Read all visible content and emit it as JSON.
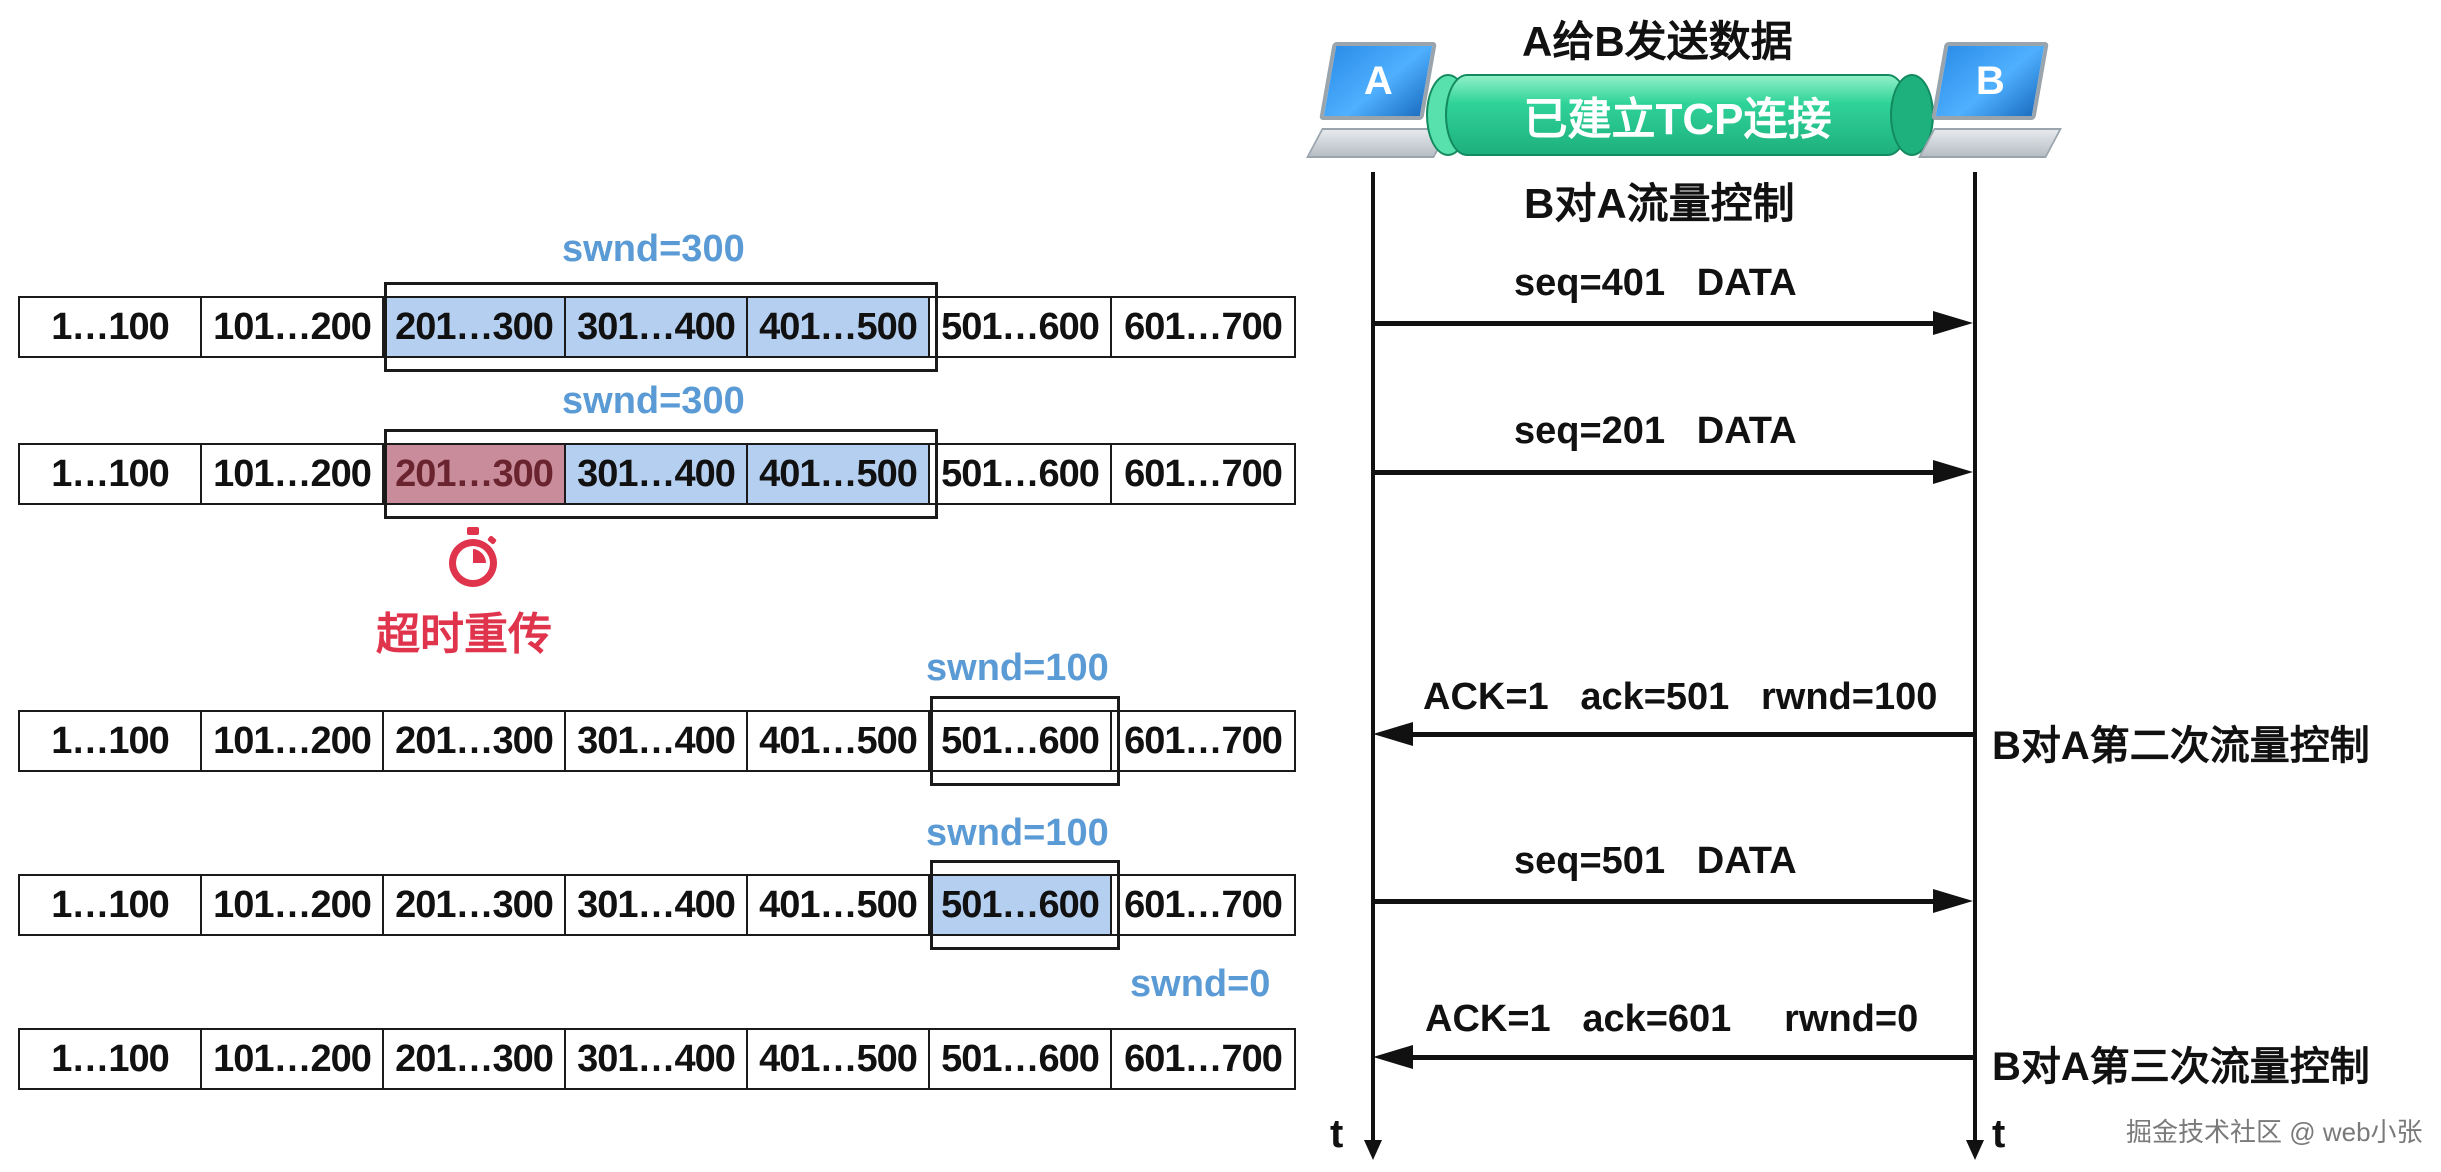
{
  "title_top": "A给B发送数据",
  "connection_label": "已建立TCP连接",
  "flow_control_1": "B对A流量控制",
  "flow_control_2": "B对A第二次流量控制",
  "flow_control_3": "B对A第三次流量控制",
  "host_a": "A",
  "host_b": "B",
  "time_label_a": "t",
  "time_label_b": "t",
  "timeout_label": "超时重传",
  "watermark": "掘金技术社区 @ web小张",
  "segments": [
    "1…100",
    "101…200",
    "201…300",
    "301…400",
    "401…500",
    "501…600",
    "601…700"
  ],
  "rows": [
    {
      "swnd": "swnd=300"
    },
    {
      "swnd": "swnd=300"
    },
    {
      "swnd": "swnd=100"
    },
    {
      "swnd": "swnd=100"
    },
    {
      "swnd": "swnd=0"
    }
  ],
  "messages": [
    {
      "label": "seq=401   DATA"
    },
    {
      "label": "seq=201   DATA"
    },
    {
      "label": "ACK=1   ack=501   rwnd=100"
    },
    {
      "label": "seq=501   DATA"
    },
    {
      "label": "ACK=1   ack=601     rwnd=0"
    }
  ],
  "colors": {
    "window_fill": "#b5cff0",
    "timeout_fill": "#c98c9a",
    "swnd_text": "#5b9bd5",
    "timeout_text": "#e0344d",
    "tube": "#2fd399"
  },
  "icons": [
    "laptop-icon",
    "stopwatch-icon"
  ]
}
